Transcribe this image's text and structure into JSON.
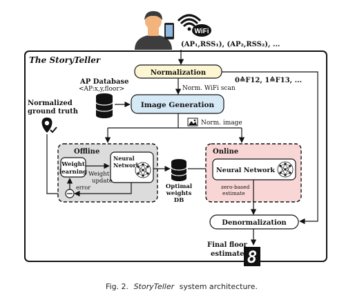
{
  "diagram": {
    "system_title": "The StoryTeller",
    "scan_label": "(AP₁,RSS₁), (AP₂,RSS₂), ...",
    "wifi_label": "WiFi",
    "normalization": "Normalization",
    "floor_mapping": "0≙F12, 1≙F13, ...",
    "ap_db_title": "AP Database",
    "ap_db_fields": "<AP:x,y,floor>",
    "norm_wifi_scan": "Norm. WiFi scan",
    "image_generation": "Image Generation",
    "norm_image": "Norm. image",
    "ground_truth_line1": "Normalized",
    "ground_truth_line2": "ground truth",
    "offline_title": "Offline",
    "weight_learning_line1": "Weight",
    "weight_learning_line2": "learning",
    "nn_line1": "Neural",
    "nn_line2": "Network",
    "weight_update_line1": "Weight",
    "weight_update_line2": "update",
    "error_label": "error",
    "weights_db_line1": "Optimal",
    "weights_db_line2": "weights",
    "weights_db_line3": "DB",
    "online_title": "Online",
    "online_nn": "Neural Network",
    "zero_based_line1": "zero-based",
    "zero_based_line2": "estimate",
    "denormalization": "Denormalization",
    "final_line1": "Final floor",
    "final_line2": "estimate",
    "final_digit": "8"
  },
  "caption": {
    "prefix": "Fig. 2.",
    "italic": "StoryTeller",
    "suffix": "system architecture."
  },
  "colors": {
    "normalization_fill": "#fdf6d3",
    "image_generation_fill": "#d6e9f7",
    "offline_fill": "#dcdcdc",
    "online_fill": "#f9d6d6",
    "skin": "#f2b37d",
    "hair": "#3a3a3a"
  }
}
